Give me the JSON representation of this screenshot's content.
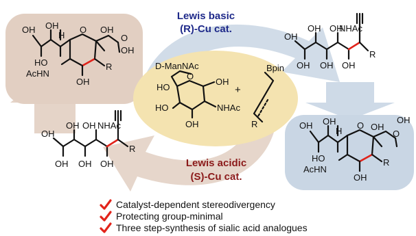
{
  "colors": {
    "lewis_basic": "#1f2a8a",
    "lewis_acidic": "#8b1a1a",
    "highlight_bond": "#e2231a",
    "check": "#e2231a",
    "tan_blob": "#e2cfc2",
    "blue_blob": "#c9d6e4",
    "center_oval": "#f4e3b0"
  },
  "catalysts": {
    "basic_line1": "Lewis basic",
    "basic_line2": "(R)-Cu cat.",
    "acidic_line1": "Lewis acidic",
    "acidic_line2": "(S)-Cu cat."
  },
  "center": {
    "sugar_name": "D-ManNAc",
    "plus": "+",
    "borane_label": "Bpin"
  },
  "atoms": {
    "OH": "OH",
    "H": "H",
    "O": "O",
    "R": "R",
    "NHAc": "NHAc",
    "AcHN": "AcHN",
    "HO": "HO"
  },
  "bullets": [
    "Catalyst-dependent stereodivergency",
    "Protecting group-minimal",
    "Three step-synthesis of sialic acid analogues"
  ]
}
